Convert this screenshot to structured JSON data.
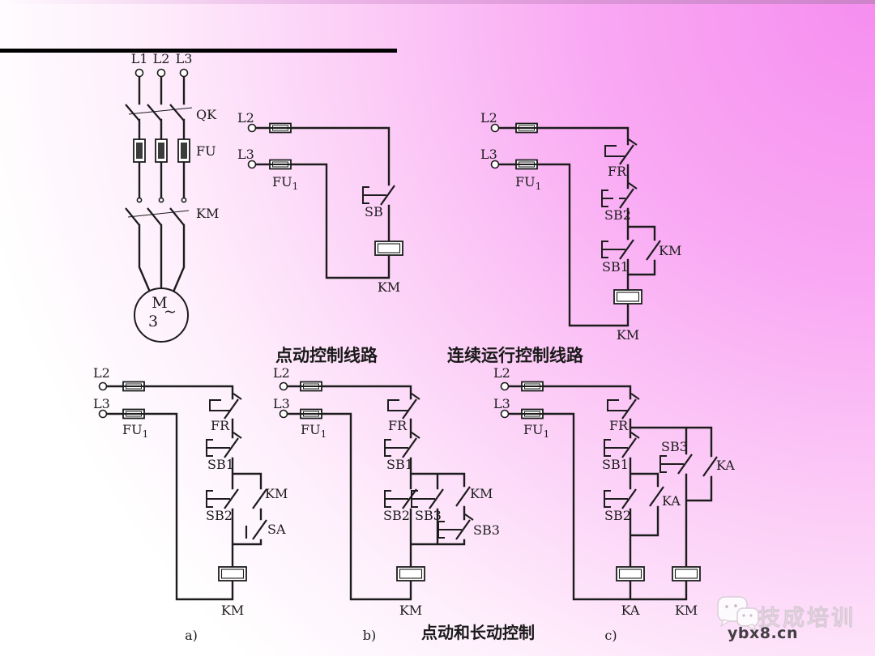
{
  "colors": {
    "background_pink": "#f68ef0",
    "wire": "#1c1c1c",
    "topbar": "#000000"
  },
  "watermark": {
    "brand": "技成培训",
    "url": "ybx8.cn"
  },
  "captions": {
    "jog": "点动控制线路",
    "continuous": "连续运行控制线路",
    "jog_and_hold": "点动和长动控制",
    "sub_a": "a)",
    "sub_b": "b)",
    "sub_c": "c)"
  },
  "main_circuit": {
    "phases": [
      "L1",
      "L2",
      "L3"
    ],
    "breaker": "QK",
    "fuse": "FU",
    "contactor": "KM",
    "motor": {
      "letter": "M",
      "phase_count": "3",
      "tilde": "~"
    }
  },
  "jog_circuit": {
    "l2": "L2",
    "l3": "L3",
    "fuse": "FU",
    "fuse_sub": "1",
    "button": "SB",
    "coil": "KM"
  },
  "continuous_circuit": {
    "l2": "L2",
    "l3": "L3",
    "fuse": "FU",
    "fuse_sub": "1",
    "overload": "FR",
    "stop": "SB2",
    "start": "SB1",
    "seal_in": "KM",
    "coil": "KM"
  },
  "circuit_a": {
    "l2": "L2",
    "l3": "L3",
    "fuse": "FU",
    "fuse_sub": "1",
    "overload": "FR",
    "stop": "SB1",
    "start": "SB2",
    "seal_in": "KM",
    "selector": "SA",
    "coil": "KM"
  },
  "circuit_b": {
    "l2": "L2",
    "l3": "L3",
    "fuse": "FU",
    "fuse_sub": "1",
    "overload": "FR",
    "stop": "SB1",
    "start": "SB2",
    "jog_no": "SB3",
    "seal_in": "KM",
    "jog_nc": "SB3",
    "coil": "KM"
  },
  "circuit_c": {
    "l2": "L2",
    "l3": "L3",
    "fuse": "FU",
    "fuse_sub": "1",
    "overload": "FR",
    "stop": "SB1",
    "start": "SB2",
    "seal_in": "KA",
    "jog": "SB3",
    "relay_no": "KA",
    "relay_coil": "KA",
    "contactor_coil": "KM"
  }
}
